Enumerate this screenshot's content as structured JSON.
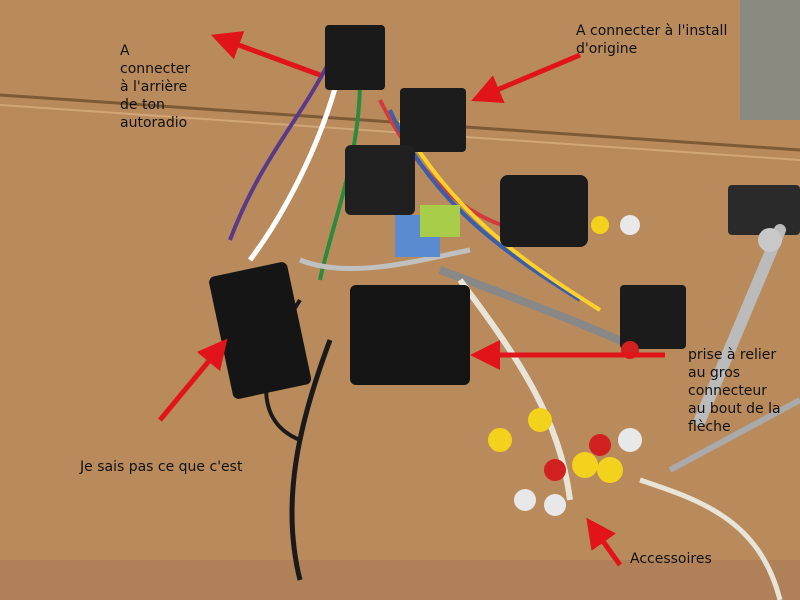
{
  "annotations": {
    "back_of_radio": "A\nconnecter\nà l'arrière\nde ton\nautoradio",
    "original_install": "A connecter à l'install\nd'origine",
    "unknown": "Je sais pas ce que c'est",
    "plug_connector": "prise à relier\nau gros\nconnecteur\nau bout de la\nflèche",
    "accessories": "Accessoires"
  },
  "photo_description": "Cardboard sheet with car radio wiring harness, black connectors and RCA cables, annotated with red arrows",
  "colors": {
    "cardboard": "#b98a5c",
    "arrow": "#e0141a",
    "harness": "#1a1a1a"
  }
}
